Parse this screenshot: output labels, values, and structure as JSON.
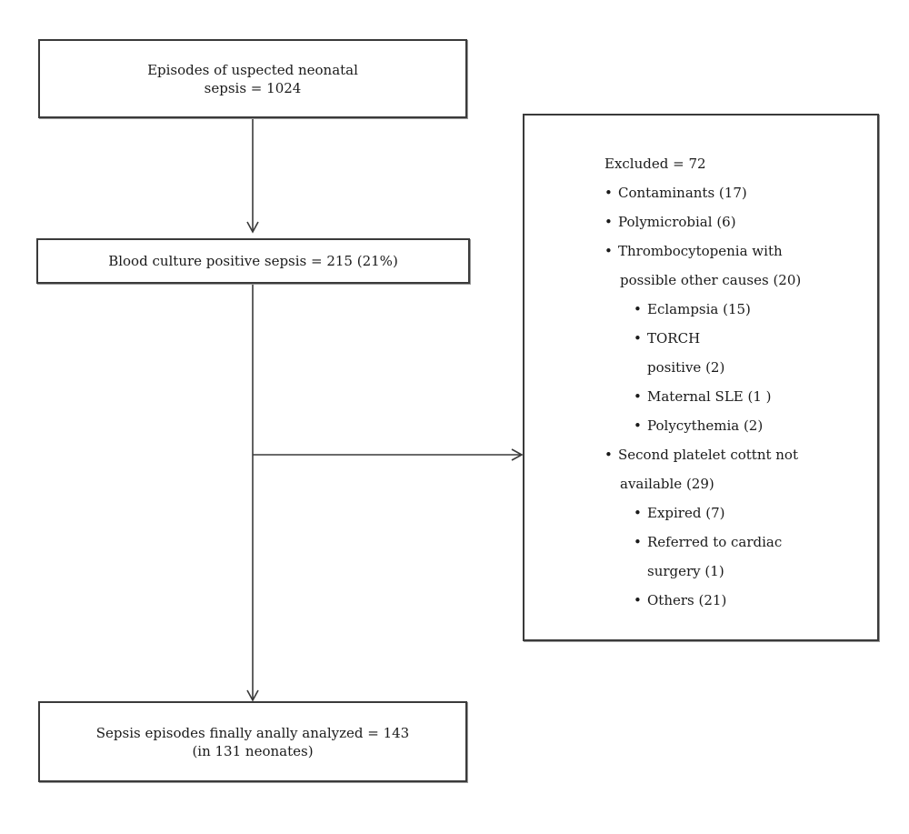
{
  "boxes": {
    "episodes": {
      "line1": "Episodes of uspected neonatal",
      "line2": "sepsis = 1024"
    },
    "culture": {
      "text": "Blood culture positive sepsis = 215 (21%)"
    },
    "final": {
      "line1": "Sepsis episodes finally anally analyzed = 143",
      "line2": "(in 131 neonates)"
    }
  },
  "excluded": {
    "header": "Excluded  = 72",
    "items": [
      {
        "text": "Contaminants (17)"
      },
      {
        "text": "Polymicrobial (6)"
      },
      {
        "text": "Thrombocytopenia with",
        "cont": "possible other causes (20)"
      },
      {
        "text": "Eclampsia (15)"
      },
      {
        "text": "TORCH",
        "cont": "positive (2)"
      },
      {
        "text": "Maternal SLE (1 )"
      },
      {
        "text": "Polycythemia (2)"
      },
      {
        "text": "Second platelet cottnt not",
        "cont": "available (29)"
      },
      {
        "text": "Expired (7)"
      },
      {
        "text": "Referred to cardiac",
        "cont": "surgery (1)"
      },
      {
        "text": "Others (21)"
      }
    ]
  },
  "bullet_char": "•"
}
